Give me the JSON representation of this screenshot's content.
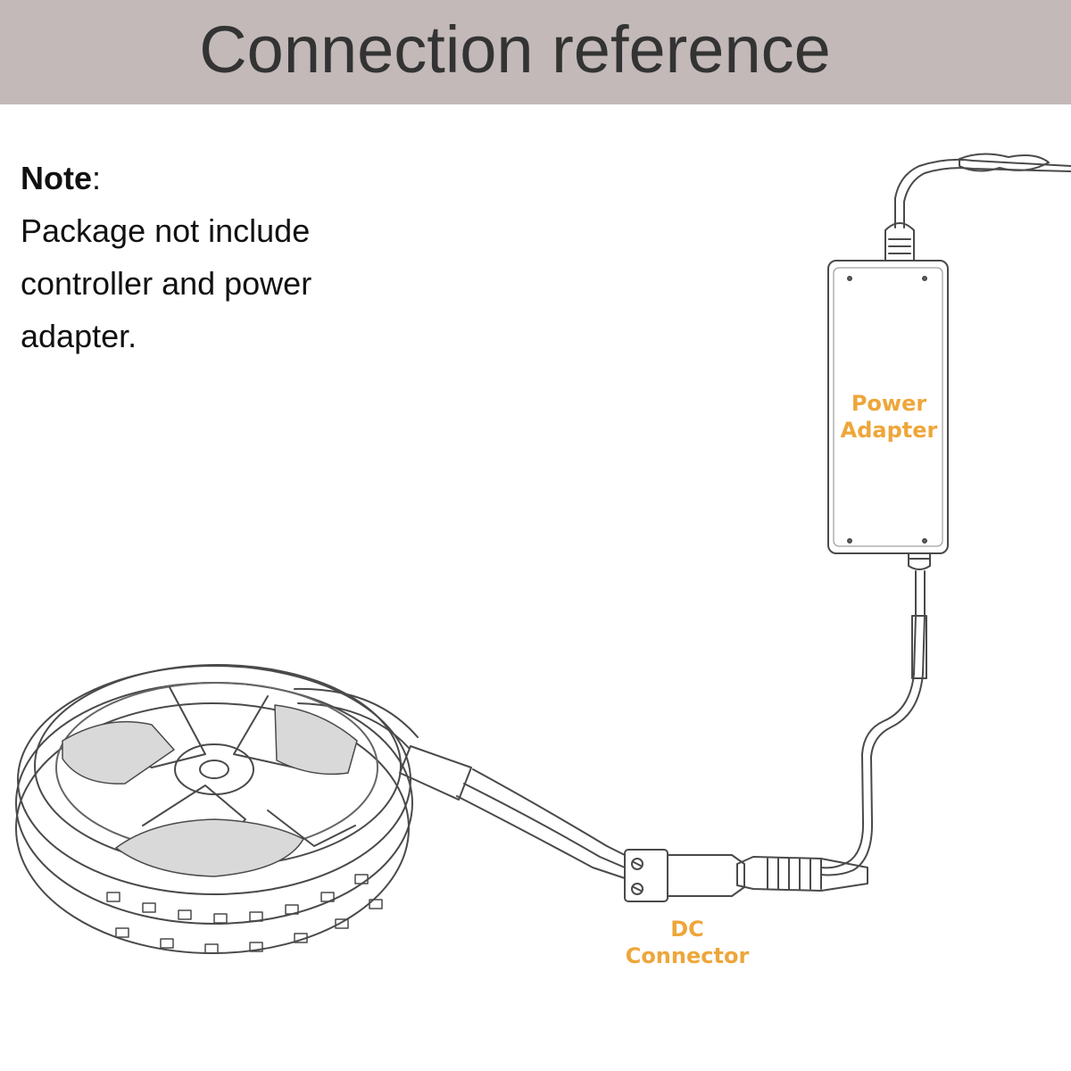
{
  "header": {
    "title": "Connection reference",
    "background": "#c2b9b8"
  },
  "note": {
    "title": "Note",
    "colon": ":",
    "lines": [
      "Package not include",
      "controller and power",
      "adapter."
    ]
  },
  "labels": {
    "power_adapter": [
      "Power",
      "Adapter"
    ],
    "dc_connector": [
      "DC",
      "Connector"
    ],
    "accent_color": "#eea63a"
  },
  "components": {
    "led_strip_reel": "led-strip-reel-icon",
    "dc_connector": "dc-connector-icon",
    "power_adapter": "power-adapter-icon"
  }
}
